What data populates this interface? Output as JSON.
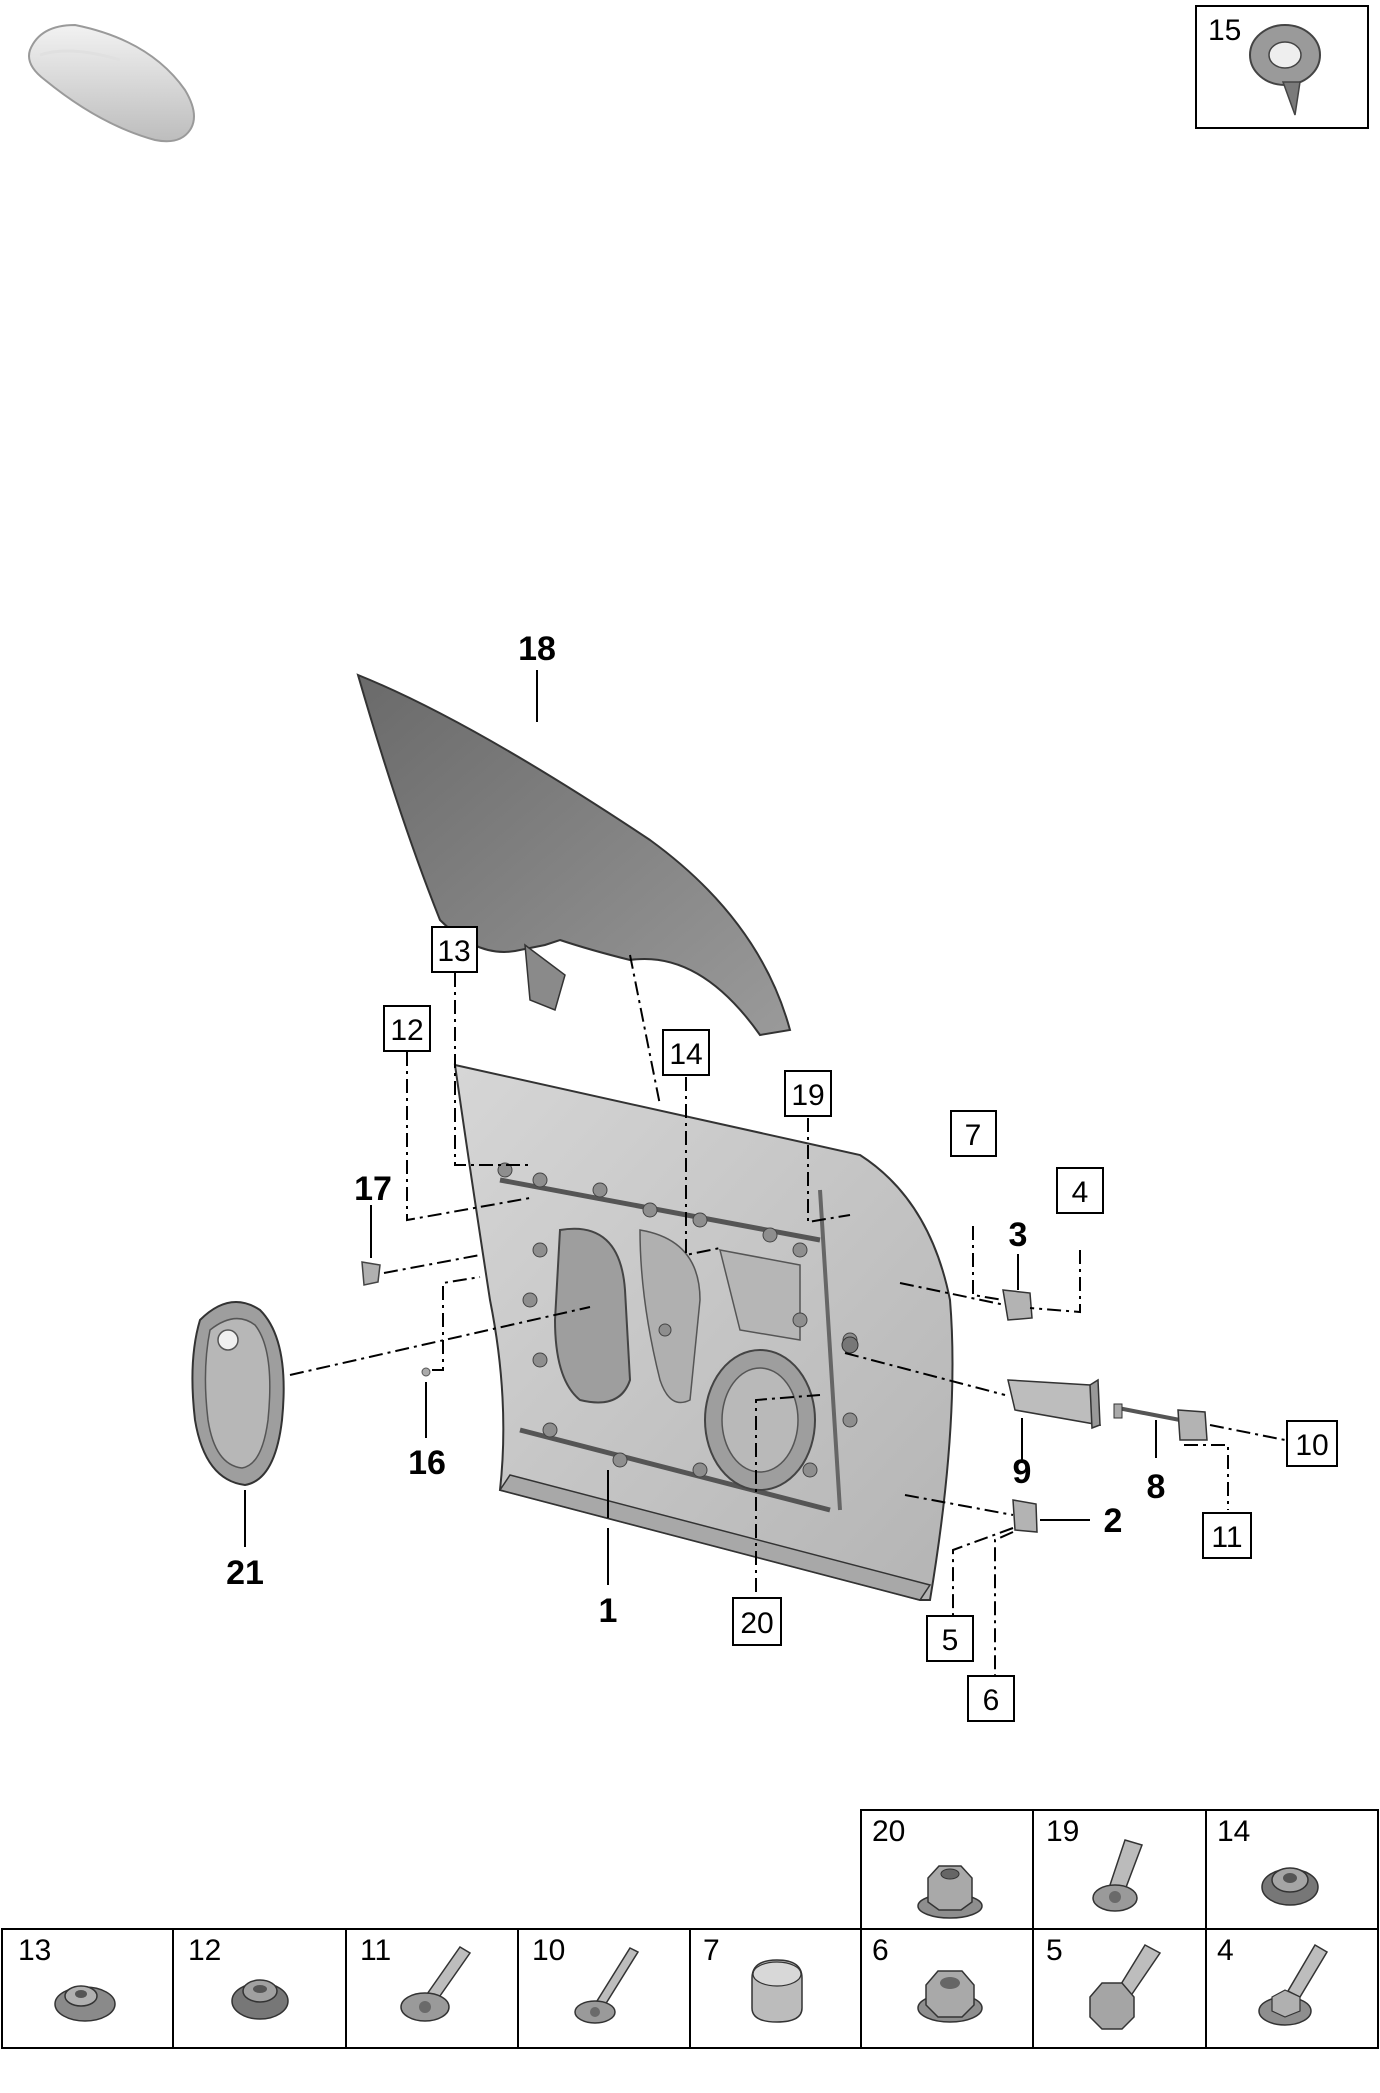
{
  "callouts_bold": [
    {
      "id": "18",
      "text": "18"
    },
    {
      "id": "17",
      "text": "17"
    },
    {
      "id": "16",
      "text": "16"
    },
    {
      "id": "21",
      "text": "21"
    },
    {
      "id": "1",
      "text": "1"
    },
    {
      "id": "3",
      "text": "3"
    },
    {
      "id": "9",
      "text": "9"
    },
    {
      "id": "8",
      "text": "8"
    },
    {
      "id": "2",
      "text": "2"
    }
  ],
  "callouts_boxed": [
    {
      "id": "13",
      "text": "13"
    },
    {
      "id": "12",
      "text": "12"
    },
    {
      "id": "14",
      "text": "14"
    },
    {
      "id": "19",
      "text": "19"
    },
    {
      "id": "7",
      "text": "7"
    },
    {
      "id": "4",
      "text": "4"
    },
    {
      "id": "10",
      "text": "10"
    },
    {
      "id": "11",
      "text": "11"
    },
    {
      "id": "20",
      "text": "20"
    },
    {
      "id": "5",
      "text": "5"
    },
    {
      "id": "6",
      "text": "6"
    }
  ],
  "inset": {
    "label": "15"
  },
  "fastener_table": {
    "top_row": [
      {
        "label": "20",
        "icon": "flange-nut-icon"
      },
      {
        "label": "19",
        "icon": "bolt-icon"
      },
      {
        "label": "14",
        "icon": "grommet-icon"
      }
    ],
    "bottom_row": [
      {
        "label": "13",
        "icon": "grommet-icon"
      },
      {
        "label": "12",
        "icon": "grommet-icon"
      },
      {
        "label": "11",
        "icon": "long-bolt-icon"
      },
      {
        "label": "10",
        "icon": "long-bolt-icon"
      },
      {
        "label": "7",
        "icon": "cap-icon"
      },
      {
        "label": "6",
        "icon": "hex-nut-icon"
      },
      {
        "label": "5",
        "icon": "hex-bolt-icon"
      },
      {
        "label": "4",
        "icon": "bolt-icon"
      }
    ]
  },
  "colors": {
    "part_fill": "#c9c9c9",
    "part_dark": "#8e8e8e",
    "glass": "#7a7a7a",
    "line": "#000000"
  }
}
